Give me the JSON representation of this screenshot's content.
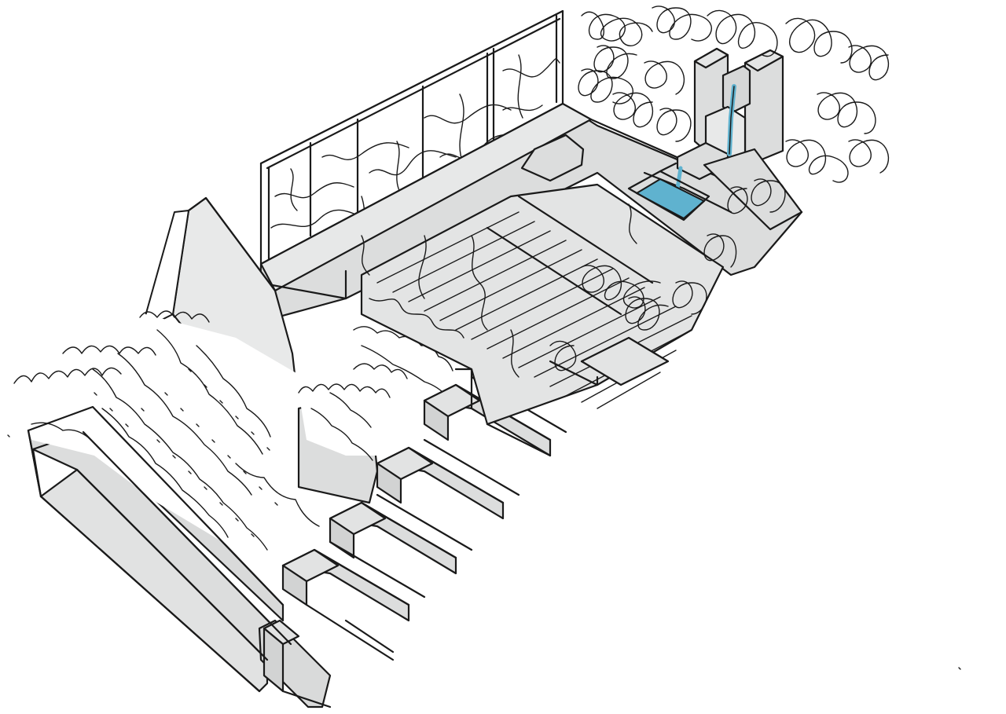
{
  "drawing": {
    "style": "hand-drawn isometric garden sketch",
    "colors": {
      "paper": "#ffffff",
      "ink": "#1a1a1a",
      "concrete": "#dcdddd",
      "paving": "#e3e4e4",
      "water": "#5fb2cf"
    },
    "components": [
      "trellis-fence",
      "raised-planter-wall",
      "timber-deck",
      "stepped-planters",
      "water-spout",
      "rill-pool",
      "hedge-planting",
      "tree-canopy"
    ]
  }
}
